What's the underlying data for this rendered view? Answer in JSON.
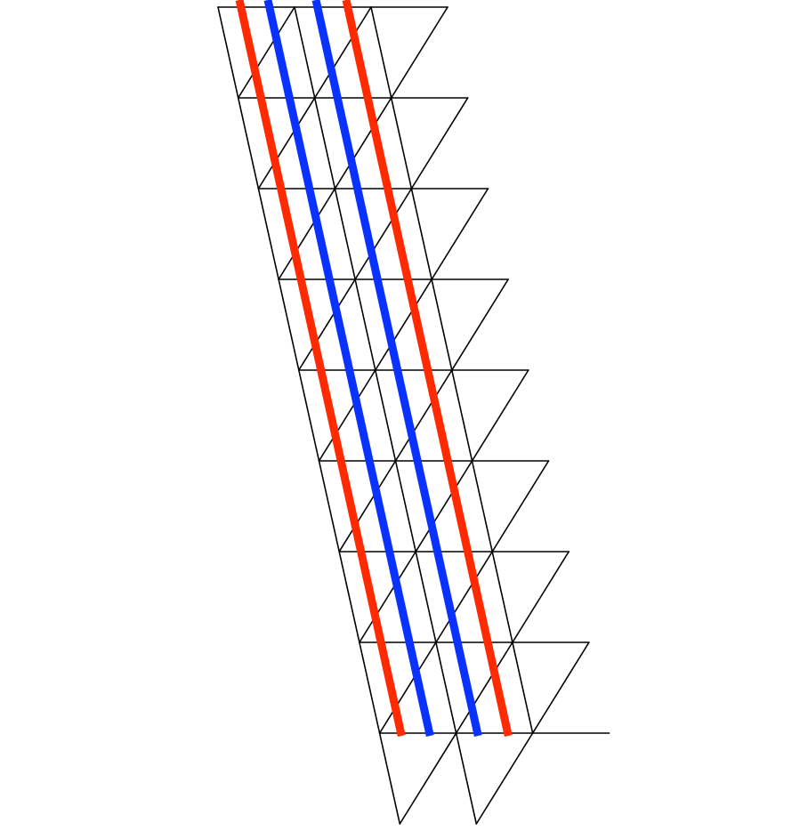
{
  "diagram": {
    "lattice": {
      "description_free": true,
      "rows": 8,
      "columns": 2,
      "line_color": "#000000",
      "background_color": "#ffffff"
    },
    "strands": [
      {
        "id": "strand-1",
        "color": "#ff2a00"
      },
      {
        "id": "strand-2",
        "color": "#0a32ff"
      },
      {
        "id": "strand-3",
        "color": "#0a32ff"
      },
      {
        "id": "strand-4",
        "color": "#ff2a00"
      }
    ]
  }
}
